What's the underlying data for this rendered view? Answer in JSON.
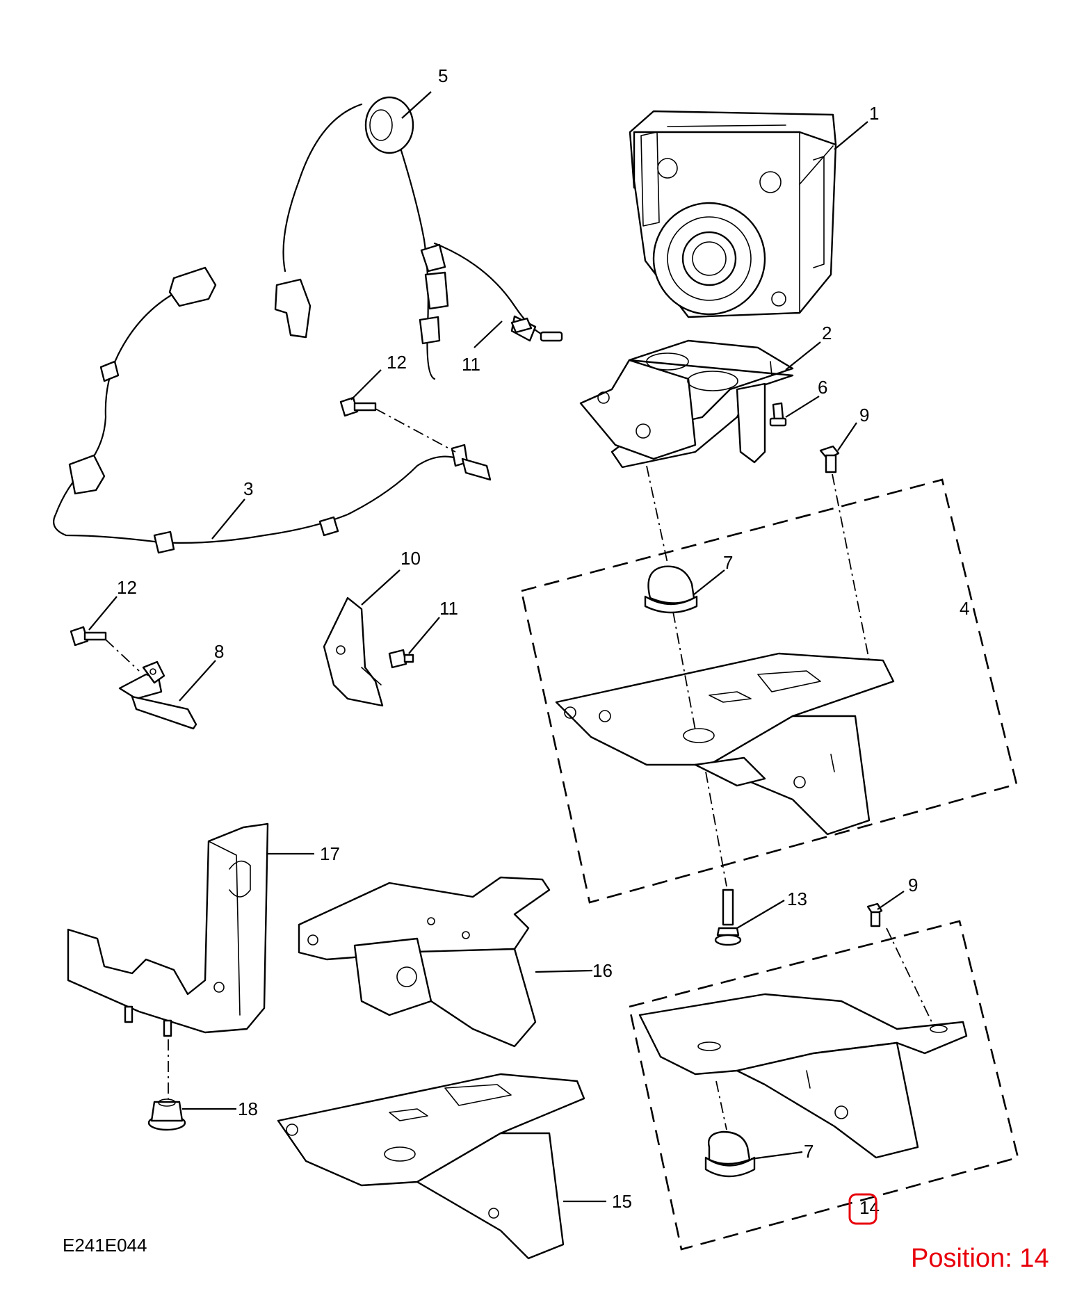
{
  "diagram": {
    "code": "E241E044",
    "position_text": "Position: 14",
    "highlight_color": "#e8000b",
    "callouts": [
      {
        "id": "c1",
        "label": "1"
      },
      {
        "id": "c2",
        "label": "2"
      },
      {
        "id": "c3",
        "label": "3"
      },
      {
        "id": "c4",
        "label": "4"
      },
      {
        "id": "c5",
        "label": "5"
      },
      {
        "id": "c6",
        "label": "6"
      },
      {
        "id": "c7a",
        "label": "7"
      },
      {
        "id": "c7b",
        "label": "7"
      },
      {
        "id": "c8",
        "label": "8"
      },
      {
        "id": "c9a",
        "label": "9"
      },
      {
        "id": "c9b",
        "label": "9"
      },
      {
        "id": "c10",
        "label": "10"
      },
      {
        "id": "c11a",
        "label": "11"
      },
      {
        "id": "c11b",
        "label": "11"
      },
      {
        "id": "c12a",
        "label": "12"
      },
      {
        "id": "c12b",
        "label": "12"
      },
      {
        "id": "c13",
        "label": "13"
      },
      {
        "id": "c14",
        "label": "14"
      },
      {
        "id": "c15",
        "label": "15"
      },
      {
        "id": "c16",
        "label": "16"
      },
      {
        "id": "c17",
        "label": "17"
      },
      {
        "id": "c18",
        "label": "18"
      }
    ]
  }
}
